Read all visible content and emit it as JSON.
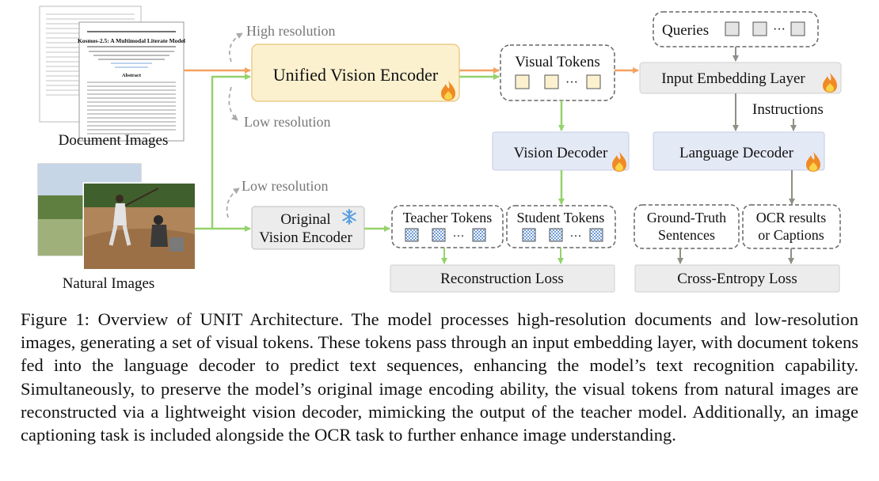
{
  "inputs": {
    "document_label": "Document Images",
    "natural_label": "Natural Images",
    "doc_paper_title": "Kosmos-2.5: A Multimodal Literate Model",
    "doc_paper_section": "Abstract"
  },
  "resolution": {
    "high": "High resolution",
    "low_top": "Low resolution",
    "low_bottom": "Low resolution"
  },
  "encoders": {
    "unified": "Unified Vision Encoder",
    "original_line1": "Original",
    "original_line2": "Vision Encoder"
  },
  "tokens": {
    "visual": "Visual Tokens",
    "teacher": "Teacher Tokens",
    "student": "Student Tokens",
    "queries": "Queries",
    "ellipsis": "···"
  },
  "modules": {
    "input_embedding": "Input Embedding Layer",
    "instructions": "Instructions",
    "vision_decoder": "Vision Decoder",
    "language_decoder": "Language Decoder"
  },
  "targets": {
    "ground_truth_line1": "Ground-Truth",
    "ground_truth_line2": "Sentences",
    "ocr_line1": "OCR results",
    "ocr_line2": "or Captions"
  },
  "losses": {
    "reconstruction": "Reconstruction Loss",
    "cross_entropy": "Cross-Entropy Loss"
  },
  "caption": "Figure 1: Overview of UNIT Architecture. The model processes high-resolution documents and low-resolution images, generating a set of visual tokens. These tokens pass through an input embedding layer, with document tokens fed into the language decoder to predict text sequences, enhancing the model’s text recognition capability. Simultaneously, to preserve the model’s original image encoding ability, the visual tokens from natural images are reconstructed via a lightweight vision decoder, mimicking the output of the teacher model. Additionally, an image captioning task is included alongside the OCR task to further enhance image understanding.",
  "colors": {
    "orange_arrow": "#f4a261",
    "green_arrow": "#95d26b",
    "gray_arrow": "#8f8f86",
    "yellow_box": "#fcf1cf",
    "yellow_border": "#e8c277",
    "blue_box": "#e4e9f6",
    "blue_border": "#c3cce4",
    "gray_box": "#ececec"
  },
  "icons": {
    "trainable": "flame-icon",
    "frozen": "snowflake-icon"
  }
}
